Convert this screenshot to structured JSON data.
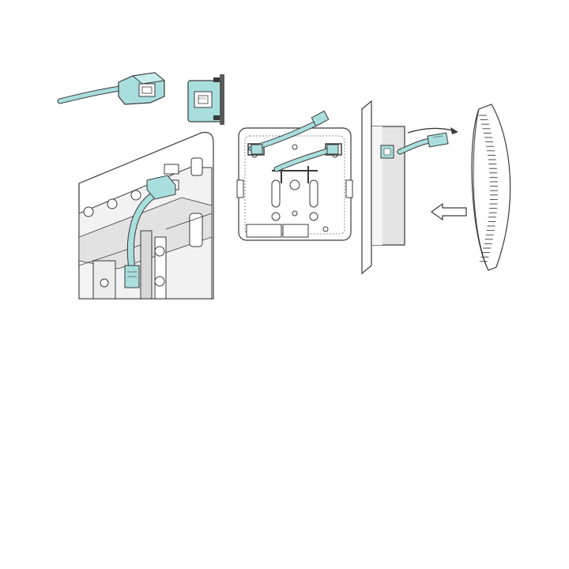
{
  "figure": {
    "steps": [
      {
        "id": "cable-coupler",
        "label": ""
      },
      {
        "id": "wall-jack",
        "label": ""
      },
      {
        "id": "bracket-closeup",
        "label": ""
      },
      {
        "id": "mounting-bracket-front",
        "label": ""
      },
      {
        "id": "wall-mount-side",
        "label": ""
      },
      {
        "id": "access-point-attach",
        "label": ""
      }
    ]
  },
  "colors": {
    "line": "#3a3a3a",
    "cable_teal": "#a9dede",
    "cable_teal_dark": "#6cb9b9",
    "gray_fill": "#d8d8d8",
    "light_gray": "#ececec",
    "white": "#ffffff",
    "wall": "#5a5a5a"
  },
  "icons": [
    "ethernet-port-icon",
    "arrow-right-icon",
    "arrow-left-icon"
  ]
}
